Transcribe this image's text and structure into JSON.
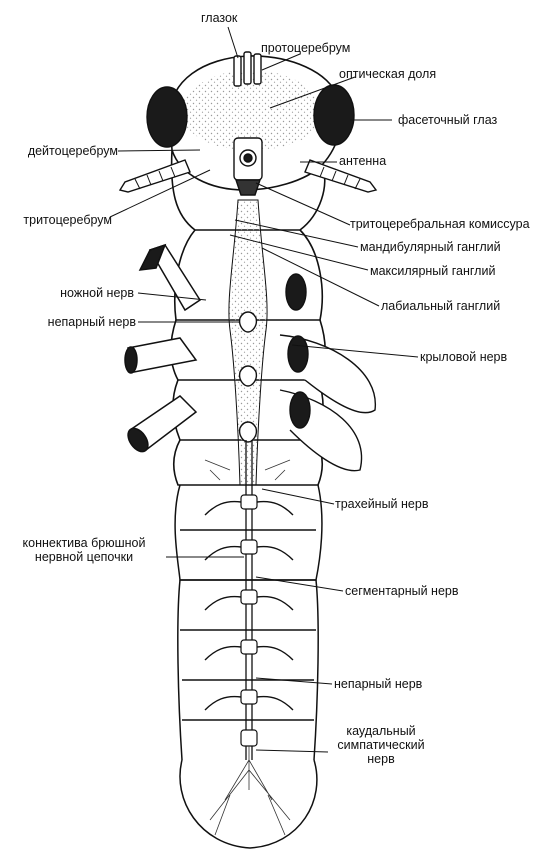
{
  "labels": {
    "ocellus": "глазок",
    "protocerebrum": "протоцеребрум",
    "optic_lobe": "оптическая доля",
    "compound_eye": "фасеточный глаз",
    "deutocerebrum": "дейтоцеребрум",
    "antenna": "антенна",
    "tritocerebrum": "тритоцеребрум",
    "tritocerebral_commissure": "тритоцеребральная комиссура",
    "mandibular_ganglion": "мандибулярный ганглий",
    "maxillary_ganglion": "максилярный ганглий",
    "leg_nerve": "ножной нерв",
    "labial_ganglion": "лабиальный ганглий",
    "unpaired_nerve_top": "непарный нерв",
    "wing_nerve": "крыловой нерв",
    "tracheal_nerve": "трахейный нерв",
    "ventral_cord_connective_line1": "коннектива брюшной",
    "ventral_cord_connective_line2": "нервной цепочки",
    "segmental_nerve": "сегментарный нерв",
    "unpaired_nerve_bottom": "непарный нерв",
    "caudal_sympathetic_line1": "каудальный",
    "caudal_sympathetic_line2": "симпатический",
    "caudal_sympathetic_line3": "нерв"
  },
  "style": {
    "ink": "#111111",
    "stipple": "#9a9a9a",
    "eye_fill": "#1a1a1a"
  }
}
